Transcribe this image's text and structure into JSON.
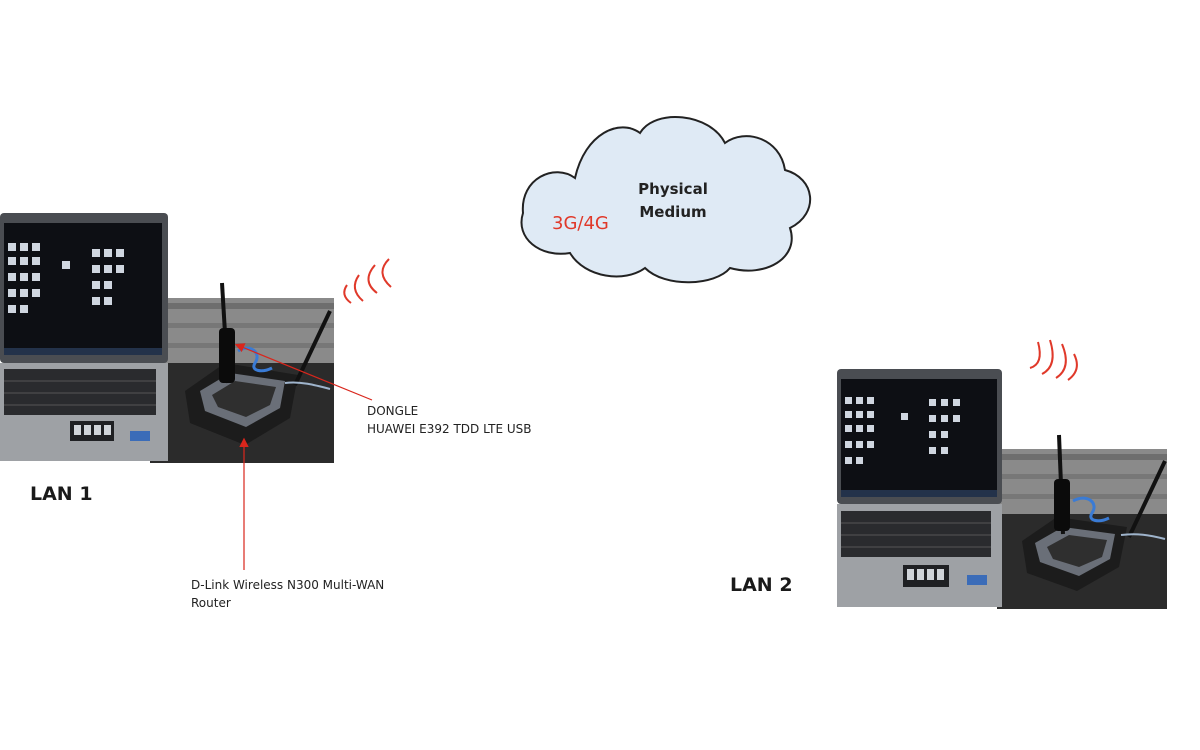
{
  "cloud": {
    "title_line1": "Physical",
    "title_line2": "Medium",
    "network": "3G/4G",
    "fill": "#dfeaf5",
    "stroke": "#222222"
  },
  "lan1": {
    "label": "LAN 1",
    "dongle_label": "DONGLE\nHUAWEI E392 TDD LTE USB",
    "router_label": "D-Link Wireless N300 Multi-WAN\nRouter"
  },
  "lan2": {
    "label": "LAN 2"
  },
  "colors": {
    "signal": "#e0392a",
    "arrow": "#d9261c"
  }
}
